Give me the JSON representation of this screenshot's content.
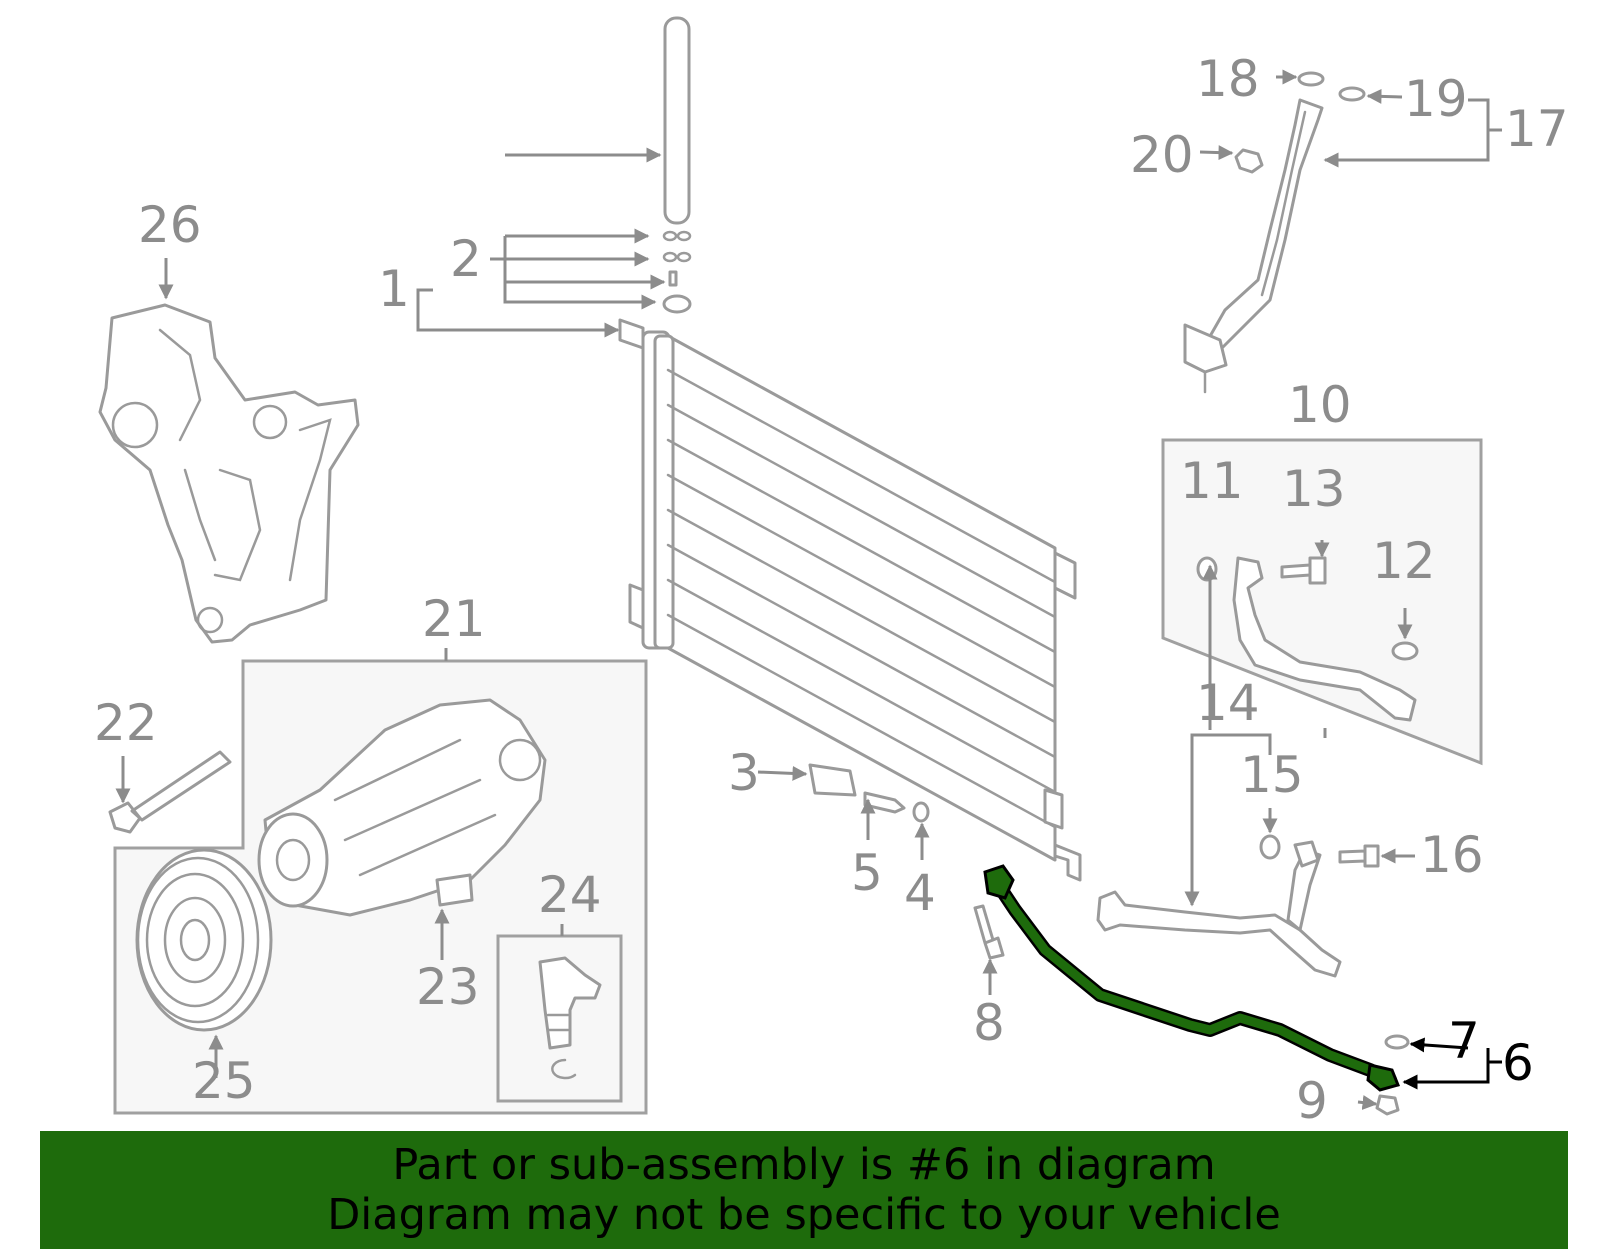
{
  "diagram": {
    "highlighted_part": "6",
    "colors": {
      "highlight": "#1e6b0c",
      "line_art": "#9a9a9a",
      "callout_text": "#8c8c8c",
      "banner": "#1e6b0c"
    },
    "callouts": {
      "c1": "1",
      "c2": "2",
      "c3": "3",
      "c4": "4",
      "c5": "5",
      "c6": "6",
      "c7": "7",
      "c8": "8",
      "c9": "9",
      "c10": "10",
      "c11": "11",
      "c12": "12",
      "c13": "13",
      "c14": "14",
      "c15": "15",
      "c16": "16",
      "c17": "17",
      "c18": "18",
      "c19": "19",
      "c20": "20",
      "c21": "21",
      "c22": "22",
      "c23": "23",
      "c24": "24",
      "c25": "25",
      "c26": "26"
    }
  },
  "banner": {
    "line1": "Part or sub-assembly is #6 in diagram",
    "line2": "Diagram may not be specific to your vehicle"
  }
}
